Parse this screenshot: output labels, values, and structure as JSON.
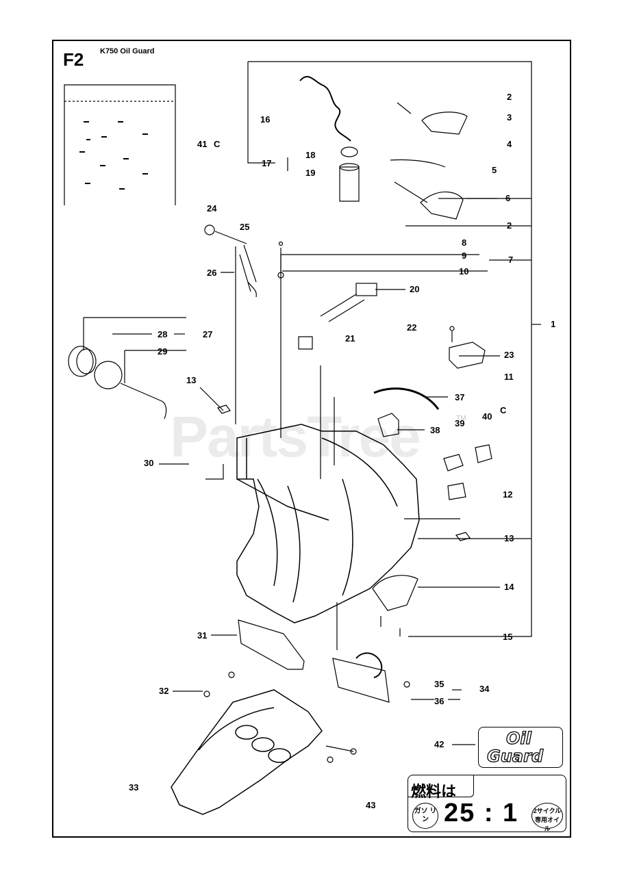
{
  "figure": {
    "id": "F2",
    "title": "K750 Oil Guard"
  },
  "watermark": {
    "text": "PartsTree",
    "trademark": "TM"
  },
  "part_labels": [
    {
      "id": "l-41",
      "text": "41"
    },
    {
      "id": "l-41c",
      "text": "C"
    },
    {
      "id": "l-16",
      "text": "16"
    },
    {
      "id": "l-17",
      "text": "17"
    },
    {
      "id": "l-18",
      "text": "18"
    },
    {
      "id": "l-19",
      "text": "19"
    },
    {
      "id": "l-2a",
      "text": "2"
    },
    {
      "id": "l-3",
      "text": "3"
    },
    {
      "id": "l-4",
      "text": "4"
    },
    {
      "id": "l-5",
      "text": "5"
    },
    {
      "id": "l-6",
      "text": "6"
    },
    {
      "id": "l-2b",
      "text": "2"
    },
    {
      "id": "l-24",
      "text": "24"
    },
    {
      "id": "l-25",
      "text": "25"
    },
    {
      "id": "l-26",
      "text": "26"
    },
    {
      "id": "l-8",
      "text": "8"
    },
    {
      "id": "l-9",
      "text": "9"
    },
    {
      "id": "l-7",
      "text": "7"
    },
    {
      "id": "l-10",
      "text": "10"
    },
    {
      "id": "l-20",
      "text": "20"
    },
    {
      "id": "l-1",
      "text": "1"
    },
    {
      "id": "l-21",
      "text": "21"
    },
    {
      "id": "l-22",
      "text": "22"
    },
    {
      "id": "l-23",
      "text": "23"
    },
    {
      "id": "l-11",
      "text": "11"
    },
    {
      "id": "l-28",
      "text": "28"
    },
    {
      "id": "l-27",
      "text": "27"
    },
    {
      "id": "l-29",
      "text": "29"
    },
    {
      "id": "l-13a",
      "text": "13"
    },
    {
      "id": "l-37",
      "text": "37"
    },
    {
      "id": "l-40",
      "text": "40"
    },
    {
      "id": "l-40c",
      "text": "C"
    },
    {
      "id": "l-38",
      "text": "38"
    },
    {
      "id": "l-39",
      "text": "39"
    },
    {
      "id": "l-30",
      "text": "30"
    },
    {
      "id": "l-12",
      "text": "12"
    },
    {
      "id": "l-13b",
      "text": "13"
    },
    {
      "id": "l-14",
      "text": "14"
    },
    {
      "id": "l-31",
      "text": "31"
    },
    {
      "id": "l-15",
      "text": "15"
    },
    {
      "id": "l-32",
      "text": "32"
    },
    {
      "id": "l-35",
      "text": "35"
    },
    {
      "id": "l-34",
      "text": "34"
    },
    {
      "id": "l-36",
      "text": "36"
    },
    {
      "id": "l-42",
      "text": "42"
    },
    {
      "id": "l-33",
      "text": "33"
    },
    {
      "id": "l-43",
      "text": "43"
    }
  ],
  "oil_guard_label": {
    "line1": "Oil",
    "line2": "Guard"
  },
  "fuel_label": {
    "heading": "燃料は",
    "left_circle": "ガソ リン",
    "ratio": "25 : 1",
    "right_circle": "2サイクル 専用オイル"
  }
}
